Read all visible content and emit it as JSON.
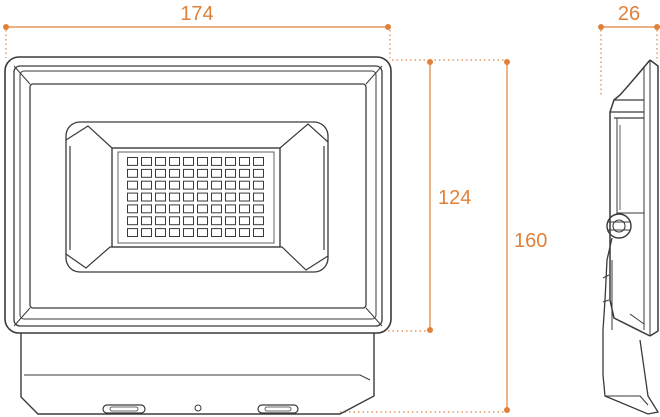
{
  "dimensions": {
    "width": "174",
    "depth": "26",
    "panel_height": "124",
    "total_height": "160"
  },
  "colors": {
    "dimension": "#e0813a",
    "outline": "#3a3a3a",
    "background": "#ffffff"
  },
  "led_grid": {
    "rows": 7,
    "columns": 10
  }
}
